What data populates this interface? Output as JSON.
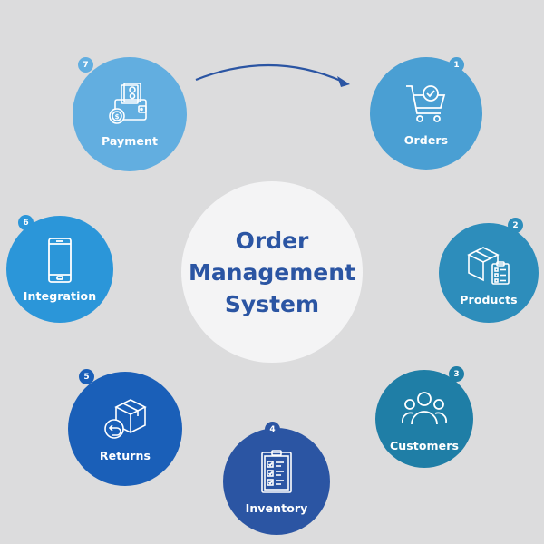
{
  "title": {
    "line1": "Order",
    "line2": "Management",
    "line3": "System",
    "color": "#2b55a3"
  },
  "nodes": [
    {
      "number": "1",
      "label": "Orders",
      "icon": "shopping-cart-check-icon",
      "color": "#4a9fd3"
    },
    {
      "number": "2",
      "label": "Products",
      "icon": "box-with-checklist-icon",
      "color": "#2d8dbb"
    },
    {
      "number": "3",
      "label": "Customers",
      "icon": "users-group-icon",
      "color": "#1f7ea6"
    },
    {
      "number": "4",
      "label": "Inventory",
      "icon": "clipboard-checklist-icon",
      "color": "#2b55a3"
    },
    {
      "number": "5",
      "label": "Returns",
      "icon": "box-return-icon",
      "color": "#1a5fb8"
    },
    {
      "number": "6",
      "label": "Integration",
      "icon": "smartphone-icon",
      "color": "#2b96d9"
    },
    {
      "number": "7",
      "label": "Payment",
      "icon": "wallet-money-icon",
      "color": "#62aee0"
    }
  ],
  "arrow": {
    "from": "Payment",
    "to": "Orders",
    "color": "#2b55a3"
  }
}
